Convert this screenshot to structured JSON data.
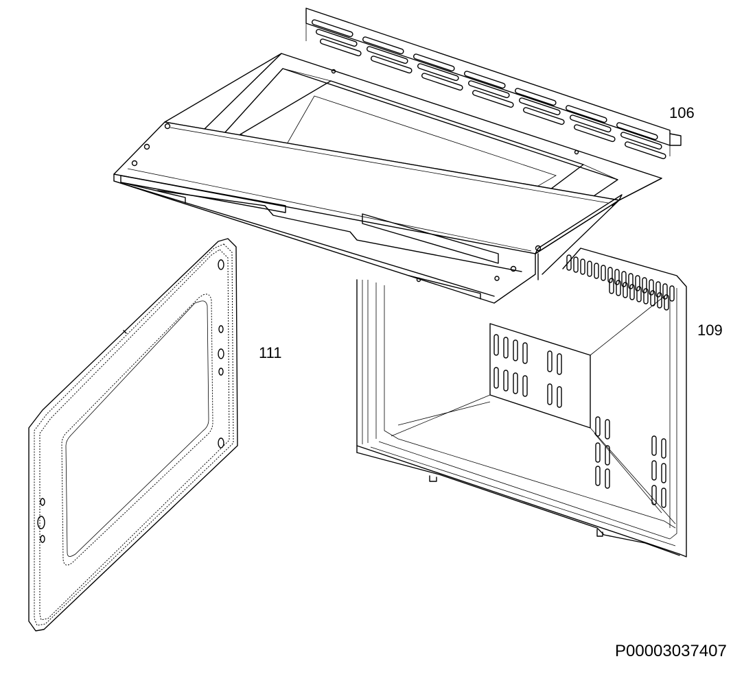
{
  "labels": {
    "part_106": "106",
    "part_109": "109",
    "part_111": "111"
  },
  "drawing_code": "P00003037407",
  "colors": {
    "line": "#000000",
    "background": "#ffffff"
  }
}
